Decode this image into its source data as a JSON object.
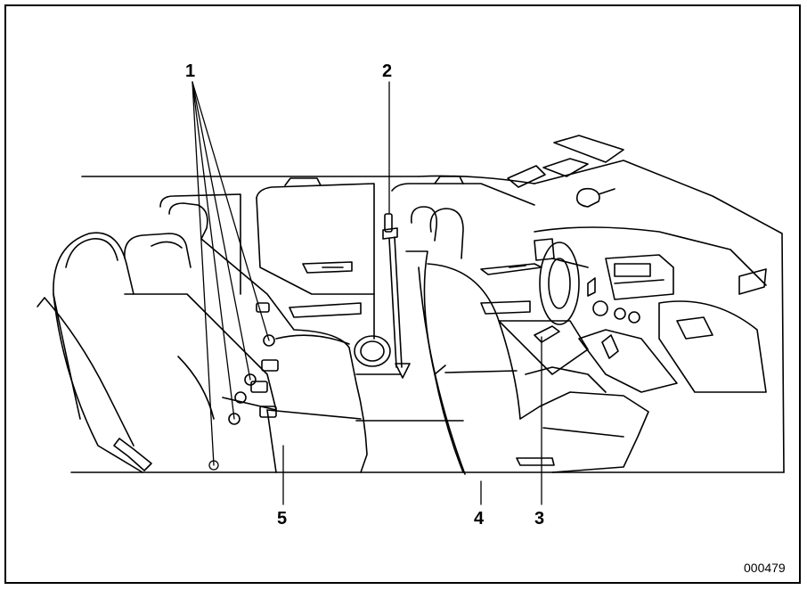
{
  "figure": {
    "callouts": {
      "c1": "1",
      "c2": "2",
      "c3": "3",
      "c4": "4",
      "c5": "5"
    },
    "figure_id": "000479"
  },
  "colors": {
    "line": "#000000",
    "background": "#ffffff"
  }
}
